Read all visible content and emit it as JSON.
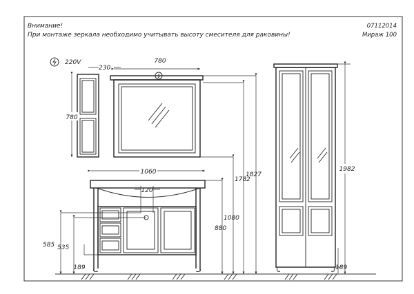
{
  "header": {
    "warning_title": "Внимание!",
    "warning_text": "При монтаже зеркала необходимо учитывать высоту смесителя для раковины!",
    "code": "07112014",
    "model": "Мираж  100"
  },
  "dimensions": {
    "power": "220V",
    "side_cabinet_width": "230",
    "mirror_width": "780",
    "mirror_height": "780",
    "vanity_width": "1060",
    "faucet_spacing": "120",
    "mirror_top_height": "1782",
    "total_height": "1827",
    "vanity_top_height": "1080",
    "basin_height": "880",
    "pipe_height_1": "585",
    "pipe_height_2": "535",
    "leg_height": "189",
    "column_height": "1982",
    "column_leg_height": "189"
  }
}
